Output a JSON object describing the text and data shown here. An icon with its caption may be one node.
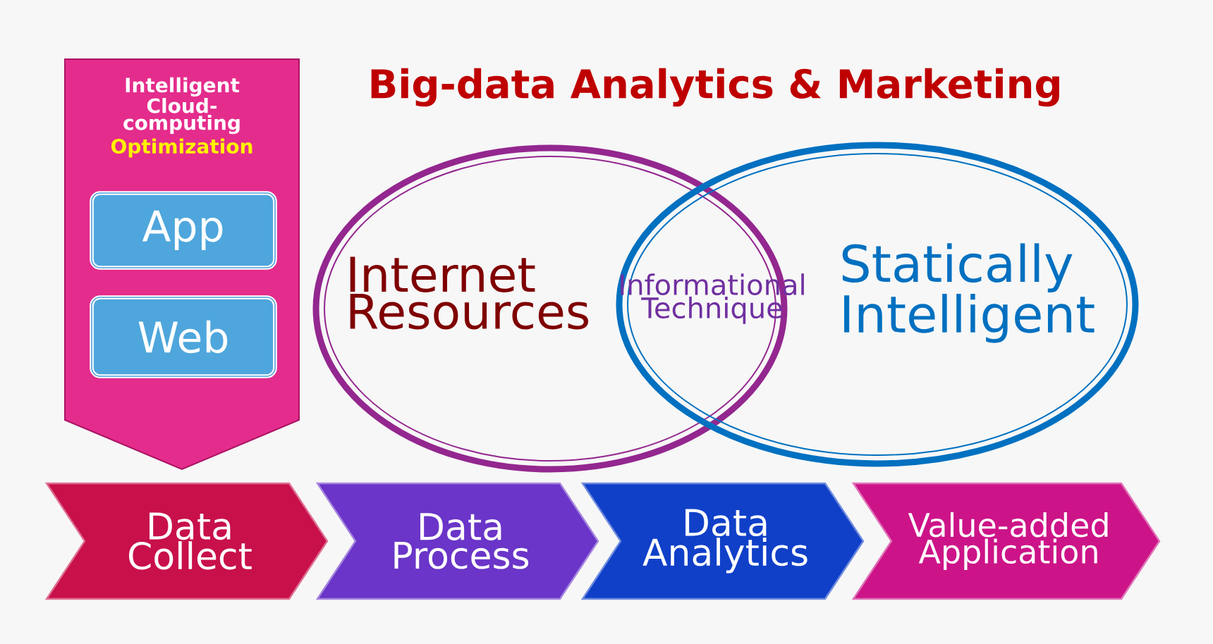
{
  "diagram": {
    "title": "Big-data Analytics & Marketing",
    "nodes": [
      {
        "text": [
          "Intelligent Cloud-computing",
          "Optimization"
        ]
      },
      {
        "text": [
          "App"
        ],
        "in": 0
      },
      {
        "text": [
          "Web"
        ],
        "in": 0
      },
      {
        "text": [
          "Internet Resources"
        ]
      },
      {
        "text": [
          "Statically Intelligent"
        ]
      },
      {
        "text": [
          "Data Collect"
        ]
      },
      {
        "text": [
          "Data Process"
        ]
      },
      {
        "text": [
          "Data Analytics"
        ]
      },
      {
        "text": [
          "Value-added Application"
        ]
      }
    ],
    "labels": [
      "Informational Technique"
    ]
  }
}
